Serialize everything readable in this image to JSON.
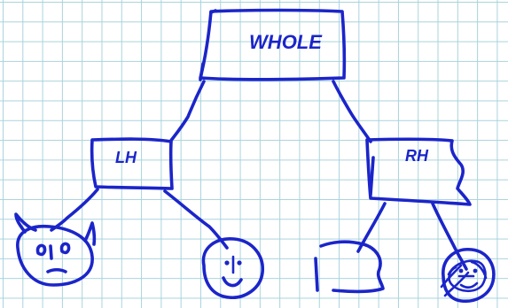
{
  "diagram": {
    "ink_color": "#1b25c9",
    "grid_color": "#a9d3dc",
    "nodes": {
      "root": {
        "label": "WHOLE"
      },
      "left": {
        "label": "LH"
      },
      "right": {
        "label": "RH"
      }
    },
    "leaves": {
      "left_left": {
        "icon": "devil-face"
      },
      "left_right": {
        "icon": "smiley-face"
      },
      "right_left": {
        "icon": "bracket-shape"
      },
      "right_right": {
        "icon": "scribbled-face"
      }
    }
  }
}
